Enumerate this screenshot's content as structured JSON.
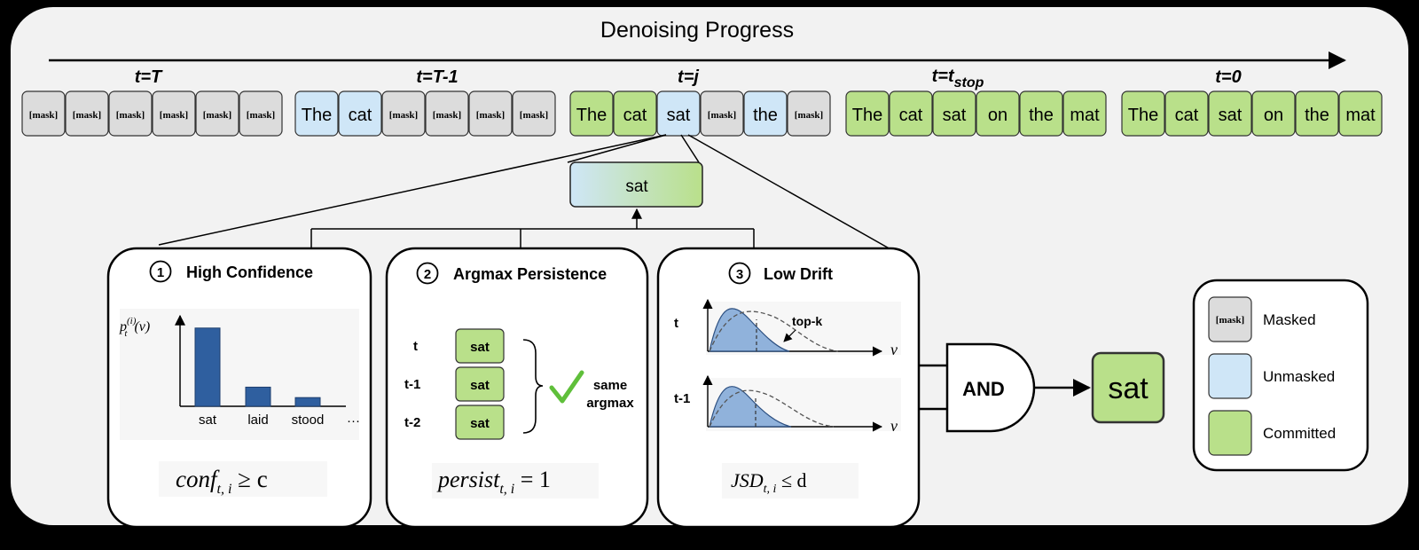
{
  "title": "Denoising Progress",
  "timesteps": [
    {
      "label": "t=T",
      "tokens": [
        {
          "text": "[mask]",
          "state": "masked"
        },
        {
          "text": "[mask]",
          "state": "masked"
        },
        {
          "text": "[mask]",
          "state": "masked"
        },
        {
          "text": "[mask]",
          "state": "masked"
        },
        {
          "text": "[mask]",
          "state": "masked"
        },
        {
          "text": "[mask]",
          "state": "masked"
        }
      ]
    },
    {
      "label": "t=T-1",
      "tokens": [
        {
          "text": "The",
          "state": "unmasked"
        },
        {
          "text": "cat",
          "state": "unmasked"
        },
        {
          "text": "[mask]",
          "state": "masked"
        },
        {
          "text": "[mask]",
          "state": "masked"
        },
        {
          "text": "[mask]",
          "state": "masked"
        },
        {
          "text": "[mask]",
          "state": "masked"
        }
      ]
    },
    {
      "label": "t=j",
      "tokens": [
        {
          "text": "The",
          "state": "committed"
        },
        {
          "text": "cat",
          "state": "committed"
        },
        {
          "text": "sat",
          "state": "unmasked"
        },
        {
          "text": "[mask]",
          "state": "masked"
        },
        {
          "text": "the",
          "state": "unmasked"
        },
        {
          "text": "[mask]",
          "state": "masked"
        }
      ]
    },
    {
      "label": "t=t",
      "label_sub": "stop",
      "tokens": [
        {
          "text": "The",
          "state": "committed"
        },
        {
          "text": "cat",
          "state": "committed"
        },
        {
          "text": "sat",
          "state": "committed"
        },
        {
          "text": "on",
          "state": "committed"
        },
        {
          "text": "the",
          "state": "committed"
        },
        {
          "text": "mat",
          "state": "committed"
        }
      ]
    },
    {
      "label": "t=0",
      "tokens": [
        {
          "text": "The",
          "state": "committed"
        },
        {
          "text": "cat",
          "state": "committed"
        },
        {
          "text": "sat",
          "state": "committed"
        },
        {
          "text": "on",
          "state": "committed"
        },
        {
          "text": "the",
          "state": "committed"
        },
        {
          "text": "mat",
          "state": "committed"
        }
      ]
    }
  ],
  "selected_token": "sat",
  "panels": {
    "confidence": {
      "number": "1",
      "title": "High Confidence",
      "ylabel_base": "p",
      "ylabel_sup": "(i)",
      "ylabel_sub": "t",
      "ylabel_rest": "(v)",
      "chart_data": {
        "type": "bar",
        "categories": [
          "sat",
          "laid",
          "stood"
        ],
        "values": [
          0.9,
          0.22,
          0.1
        ],
        "ylim": [
          0,
          1
        ]
      },
      "more": "···",
      "formula_base": "conf",
      "formula_sub": "t, i",
      "formula_rest": " ≥ c"
    },
    "persistence": {
      "number": "2",
      "title": "Argmax Persistence",
      "rows": [
        {
          "label": "t",
          "token": "sat"
        },
        {
          "label": "t-1",
          "token": "sat"
        },
        {
          "label": "t-2",
          "token": "sat"
        }
      ],
      "result_line1": "same",
      "result_line2": "argmax",
      "formula_base": "persist",
      "formula_sub": "t, i",
      "formula_rest": " = 1"
    },
    "drift": {
      "number": "3",
      "title": "Low Drift",
      "row1_label": "t",
      "row2_label": "t-1",
      "annotation": "top-k",
      "axis_label": "v",
      "formula_base": "JSD",
      "formula_sub": "t, i",
      "formula_rest": " ≤ d"
    }
  },
  "gate_label": "AND",
  "output_token": "sat",
  "legend": [
    {
      "label": "Masked",
      "state": "masked",
      "sample": "[mask]"
    },
    {
      "label": "Unmasked",
      "state": "unmasked",
      "sample": ""
    },
    {
      "label": "Committed",
      "state": "committed",
      "sample": ""
    }
  ],
  "colors": {
    "masked": "#dcdcdc",
    "unmasked": "#cfe6f7",
    "committed": "#b9e08a",
    "bar": "#2f5f9f",
    "drift_fill": "#7ea6d6",
    "check": "#5fbf3a"
  }
}
